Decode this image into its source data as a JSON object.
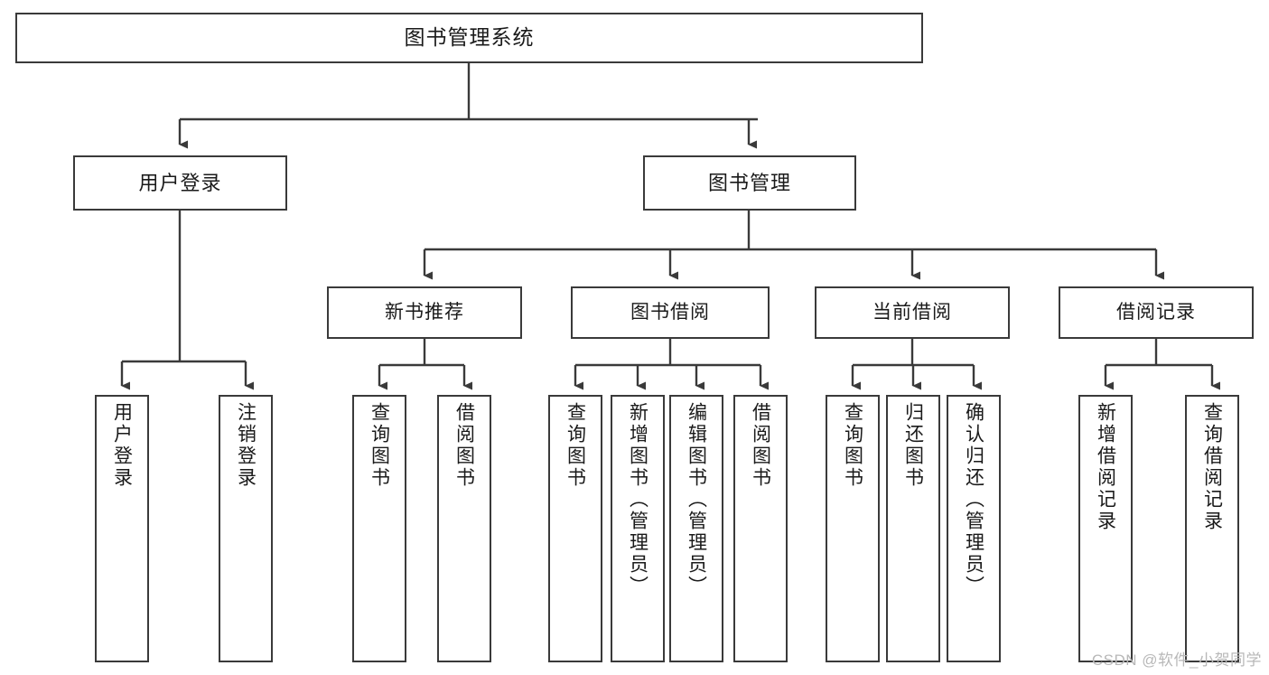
{
  "diagram": {
    "title": "图书管理系统",
    "type": "hierarchy-tree",
    "watermark": "CSDN @软件_小贺同学",
    "colors": {
      "border": "#3a3a3a",
      "background": "#ffffff",
      "text": "#1a1a1a",
      "connector": "#3a3a3a",
      "watermark": "#b8b8b8"
    },
    "nodes": {
      "root": {
        "label": "图书管理系统"
      },
      "level1": [
        {
          "label": "用户登录"
        },
        {
          "label": "图书管理"
        }
      ],
      "level2": [
        {
          "label": "新书推荐"
        },
        {
          "label": "图书借阅"
        },
        {
          "label": "当前借阅"
        },
        {
          "label": "借阅记录"
        }
      ],
      "leaves": [
        {
          "label": "用户登录"
        },
        {
          "label": "注销登录"
        },
        {
          "label": "查询图书"
        },
        {
          "label": "借阅图书"
        },
        {
          "label": "查询图书"
        },
        {
          "label": "新增图书（管理员）"
        },
        {
          "label": "编辑图书（管理员）"
        },
        {
          "label": "借阅图书"
        },
        {
          "label": "查询图书"
        },
        {
          "label": "归还图书"
        },
        {
          "label": "确认归还（管理员）"
        },
        {
          "label": "新增借阅记录"
        },
        {
          "label": "查询借阅记录"
        }
      ]
    }
  }
}
